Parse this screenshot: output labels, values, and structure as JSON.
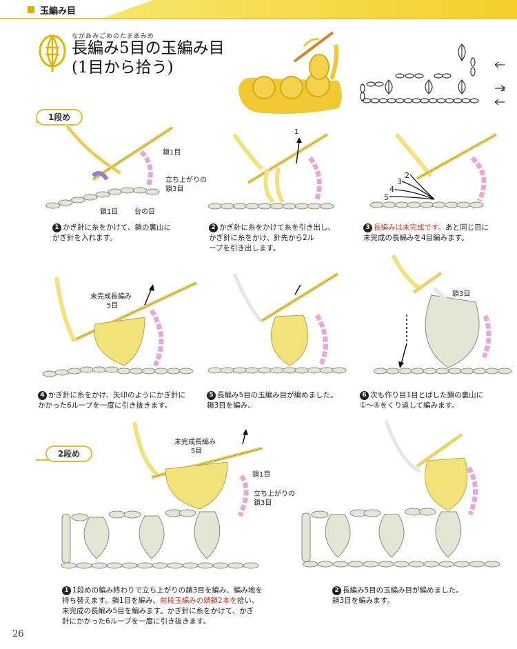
{
  "header": {
    "section_label": "玉編み目"
  },
  "title": {
    "ruby": "ながあみごめのたまあみめ",
    "line1": "長編み5目の玉編み目",
    "line2": "(1目から拾う)"
  },
  "rows": {
    "row1_label": "1段め",
    "row2_label": "2段め"
  },
  "steps": [
    {
      "num": "1",
      "text_a": "かぎ針に糸をかけて、鎖の裏山に",
      "text_b": "かぎ針を入れます。",
      "labels": {
        "chain1": "鎖1目",
        "standup_a": "立ち上がりの",
        "standup_b": "鎖3目",
        "chain1b": "鎖1目",
        "base": "台の目"
      }
    },
    {
      "num": "2",
      "text_a": "かぎ針に糸をかけて糸を引き出し、",
      "text_b": "かぎ針に糸をかけ、針先から2ル",
      "text_c": "ープを引き出します。",
      "labels": {
        "arrow1": "1"
      }
    },
    {
      "num": "3",
      "text_red": "長編みは未完成です。",
      "text_a": "あと同じ目に",
      "text_b": "未完成の長編みを4目編みます。",
      "labels": {
        "n2": "2",
        "n3": "3",
        "n4": "4",
        "n5": "5"
      }
    },
    {
      "num": "4",
      "text_a": "かぎ針に糸をかけ、矢印のようにかぎ針に",
      "text_b": "かかった6ループを一度に引き抜きます。",
      "labels": {
        "incomplete_a": "未完成長編み",
        "incomplete_b": "5目"
      }
    },
    {
      "num": "5",
      "text_a": "長編み5目の玉編み目が編めました。",
      "text_b": "鎖3目を編み、"
    },
    {
      "num": "6",
      "text_a": "次も作り目1目とばした鎖の裏山に",
      "text_b": "①〜④をくり返して編みます。",
      "labels": {
        "chain3": "鎖3目"
      }
    },
    {
      "num": "1",
      "text_a": "1段めの編み終わりで立ち上がりの鎖3目を編み、編み地を",
      "text_b": "持ち替えます。鎖1目を編み、",
      "text_red": "前段玉編みの頭鎖2本を",
      "text_c": "拾い、",
      "text_d": "未完成の長編み5目を編みます。かぎ針に糸をかけて、かぎ",
      "text_e": "針にかかった6ループを一度に引き抜きます。",
      "labels": {
        "incomplete_a": "未完成長編み",
        "incomplete_b": "5目",
        "chain1": "鎖1目",
        "standup_a": "立ち上がりの",
        "standup_b": "鎖3目"
      }
    },
    {
      "num": "2",
      "text_a": "長編み5目の玉編み目が編めました。",
      "text_b": "鎖3目を編みます。"
    }
  ],
  "page_number": "26",
  "colors": {
    "yarn_yellow": "#f2e27a",
    "yarn_pink": "#e7a8d8",
    "yarn_gray": "#d9dcc8",
    "accent": "#e4b83a",
    "red_text": "#c8382a",
    "hook": "#c9b55a"
  }
}
